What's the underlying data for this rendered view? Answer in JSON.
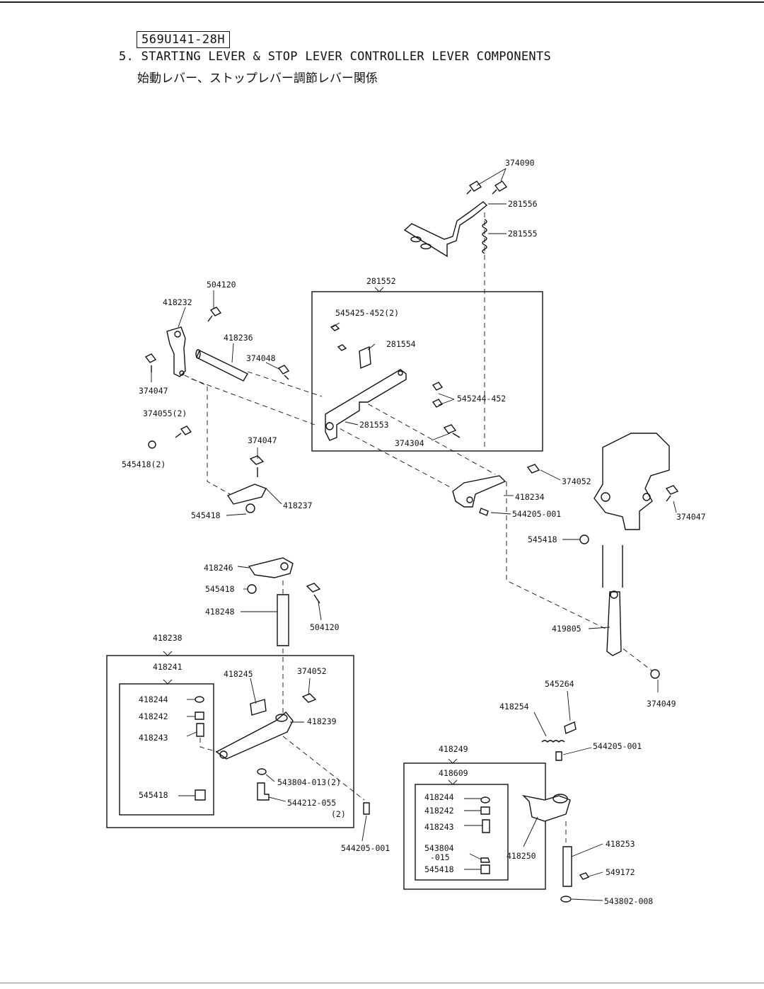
{
  "header": {
    "code": "569U141-28H",
    "title_en": "5. STARTING LEVER & STOP LEVER CONTROLLER LEVER COMPONENTS",
    "title_jp": "始動レバー、ストップレバー調節レバー関係"
  },
  "labels": {
    "p374090": "374090",
    "p281556": "281556",
    "p281555": "281555",
    "p281552": "281552",
    "p504120a": "504120",
    "p418232": "418232",
    "p545425": "545425-452(2)",
    "p281554": "281554",
    "p418236": "418236",
    "p374048": "374048",
    "p374047a": "374047",
    "p545244": "545244-452",
    "p281553": "281553",
    "p374055": "374055(2)",
    "p374304": "374304",
    "p374047b": "374047",
    "p545418a": "545418(2)",
    "p374052a": "374052",
    "p374047c": "374047",
    "p418234": "418234",
    "p544205a": "544205-001",
    "p545418b": "545418",
    "p418237": "418237",
    "p545418c": "545418",
    "p418246": "418246",
    "p545418d": "545418",
    "p418248": "418248",
    "p504120b": "504120",
    "p419805": "419805",
    "p418238": "418238",
    "p418241": "418241",
    "p418245": "418245",
    "p374052b": "374052",
    "p545264": "545264",
    "p374049": "374049",
    "p418244a": "418244",
    "p418242a": "418242",
    "p418239": "418239",
    "p418254": "418254",
    "p418243a": "418243",
    "p544205b": "544205-001",
    "p418249": "418249",
    "p418609": "418609",
    "p545418e": "545418",
    "p543804a": "543804-013(2)",
    "p544212": "544212-055",
    "p544212q": "(2)",
    "p418244b": "418244",
    "p418242b": "418242",
    "p418243b": "418243",
    "p544205c": "544205-001",
    "p543804b": "543804",
    "p543804b2": "-015",
    "p545418f": "545418",
    "p418250": "418250",
    "p418253": "418253",
    "p549172": "549172",
    "p543802": "543802-008"
  }
}
